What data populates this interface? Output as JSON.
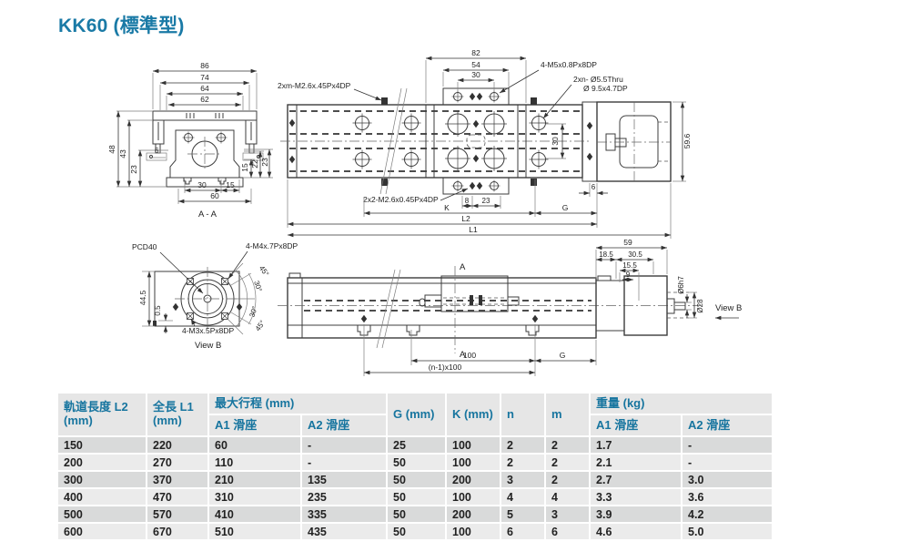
{
  "page": {
    "title": "KK60 (標準型)",
    "accent_color": "#1a7aa6"
  },
  "drawing": {
    "view_aa": {
      "d86": "86",
      "d74": "74",
      "d64": "64",
      "d62": "62",
      "d48": "48",
      "d43": "43",
      "d23_left": "23",
      "d6": "6",
      "d15_right": "15",
      "d22_right": "22",
      "d23_right": "23",
      "d30_bottom": "30",
      "d15_bottom": "15",
      "d60_bottom": "60",
      "caption": "A - A"
    },
    "plan": {
      "d82": "82",
      "d54": "54",
      "d30_top": "30",
      "d30_side": "30",
      "note_top_screws": "2xm-M2.6x.45Px4DP",
      "note_carriage_screws": "4-M5x0.8Px8DP",
      "note_holes_1": "2xn- Ø5.5Thru",
      "note_holes_2": "Ø 9.5x4.7DP",
      "note_bottom_screws": "2x2-M2.6x0.45Px4DP",
      "d8": "8",
      "d23": "23",
      "d6": "6",
      "K": "K",
      "G": "G",
      "L2": "L2",
      "L1": "L1",
      "d59_6": "59.6"
    },
    "flange": {
      "pcd": "PCD40",
      "m4_note": "4-M4x.7Px8DP",
      "m3_note": "4-M3x.5Px8DP",
      "d44_5": "44.5",
      "d0_5": "0.5",
      "a45_1": "45°",
      "a30_1": "30°",
      "a30_2": "30°",
      "a45_2": "45°",
      "caption": "View B"
    },
    "side": {
      "a_top": "A",
      "a_bottom": "A",
      "d100": "100",
      "dn100": "(n-1)x100",
      "G": "G",
      "d59": "59",
      "d18_5": "18.5",
      "d30_5": "30.5",
      "d15_5": "15.5",
      "d9": "9",
      "dia6": "Ø6h7",
      "dia28": "Ø28",
      "view_b": "View B"
    }
  },
  "table": {
    "header": {
      "l2_line1": "軌道長度 L2",
      "l2_line2": "(mm)",
      "l1_line1": "全長 L1",
      "l1_line2": "(mm)",
      "stroke": "最大行程 (mm)",
      "stroke_a1": "A1 滑座",
      "stroke_a2": "A2 滑座",
      "g": "G (mm)",
      "k": "K (mm)",
      "n": "n",
      "m": "m",
      "weight": "重量 (kg)",
      "weight_a1": "A1 滑座",
      "weight_a2": "A2 滑座"
    },
    "rows": [
      [
        "150",
        "220",
        "60",
        "-",
        "25",
        "100",
        "2",
        "2",
        "1.7",
        "-"
      ],
      [
        "200",
        "270",
        "110",
        "-",
        "50",
        "100",
        "2",
        "2",
        "2.1",
        "-"
      ],
      [
        "300",
        "370",
        "210",
        "135",
        "50",
        "200",
        "3",
        "2",
        "2.7",
        "3.0"
      ],
      [
        "400",
        "470",
        "310",
        "235",
        "50",
        "100",
        "4",
        "4",
        "3.3",
        "3.6"
      ],
      [
        "500",
        "570",
        "410",
        "335",
        "50",
        "200",
        "5",
        "3",
        "3.9",
        "4.2"
      ],
      [
        "600",
        "670",
        "510",
        "435",
        "50",
        "100",
        "6",
        "6",
        "4.6",
        "5.0"
      ]
    ]
  }
}
